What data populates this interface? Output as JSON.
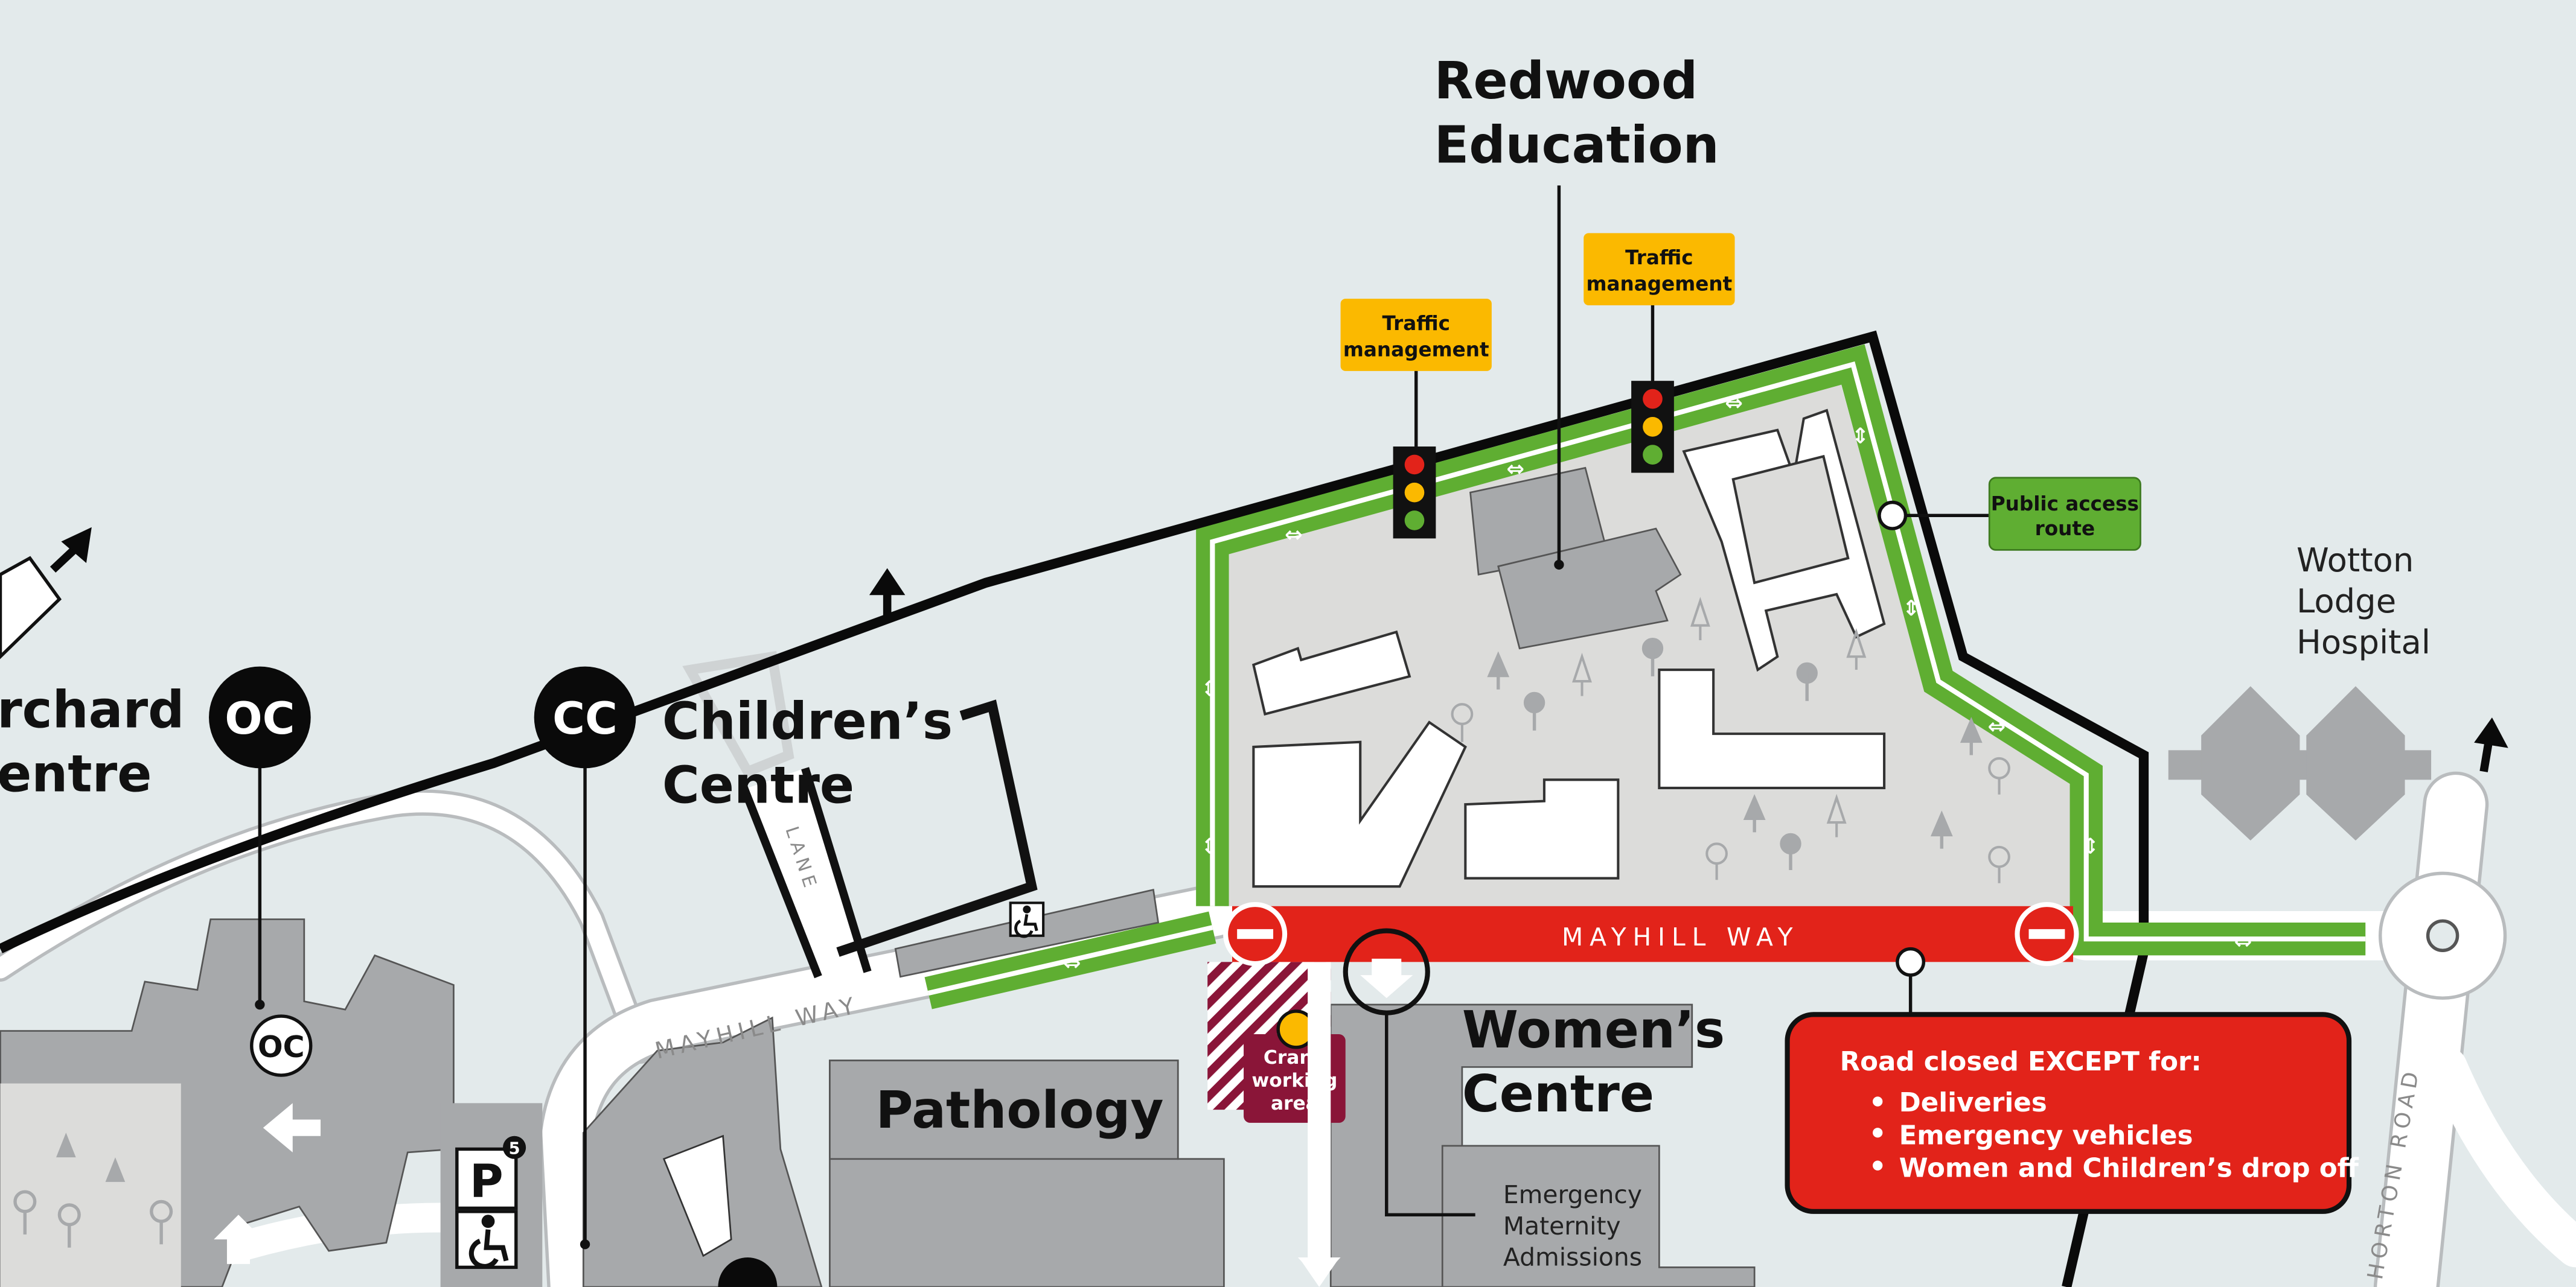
{
  "colors": {
    "background": "#e3eaeb",
    "site": "#dcdcda",
    "building": "#a7a9ab",
    "route_green": "#5fae32",
    "closed_red": "#e2231a",
    "crane_maroon": "#8a1538",
    "callout_yellow": "#fbb900",
    "dark": "#0a0a0a"
  },
  "places": {
    "redwood": [
      "Redwood",
      "Education"
    ],
    "childrens": [
      "Children’s",
      "Centre"
    ],
    "orchard": [
      "rchard",
      "entre"
    ],
    "womens": [
      "Women’s",
      "Centre"
    ],
    "pathology": "Pathology",
    "wotton": [
      "Wotton",
      "Lodge",
      "Hospital"
    ],
    "emergency": [
      "Emergency",
      "Maternity",
      "Admissions"
    ]
  },
  "badges": {
    "oc": "OC",
    "cc": "CC"
  },
  "roads": {
    "mayhill_red": "MAYHILL WAY",
    "mayhill_white": "MAYHILL WAY",
    "lane": "LANE",
    "horton": "HORTON ROAD"
  },
  "callouts": {
    "traffic": [
      "Traffic",
      "management"
    ],
    "public_access": [
      "Public access",
      "route"
    ],
    "crane": [
      "Crane",
      "working",
      "area"
    ],
    "road_closed": {
      "title": "Road closed EXCEPT for:",
      "items": [
        "Deliveries",
        "Emergency vehicles",
        "Women and Children’s drop off"
      ]
    }
  },
  "icons": {
    "parking": "P",
    "parking_number": "5",
    "accessible": "accessible-icon",
    "no_entry": "no-entry-icon",
    "traffic_light": "traffic-light-icon",
    "direction_arrow": "arrow-icon",
    "tree": "tree-icon"
  }
}
